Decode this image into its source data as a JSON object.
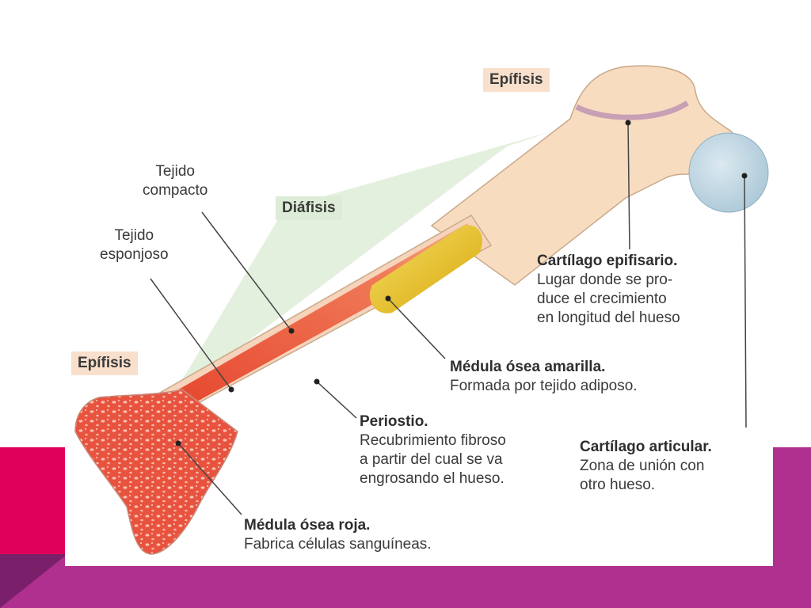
{
  "colors": {
    "magenta": "#e0005a",
    "purple": "#b0308f",
    "dark_purple": "#7a1f6a",
    "bone": "#f8dcc0",
    "marrow_red": "#e8533f",
    "marrow_yellow": "#e8c43a",
    "cartilage": "#b9d3e0",
    "tag_bg": "#f9e0cc",
    "diafisis_bg": "#ddecd6"
  },
  "labels": {
    "epifisis_top": "Epífisis",
    "epifisis_left": "Epífisis",
    "diafisis": "Diáfisis",
    "tejido_compacto": [
      "Tejido",
      "compacto"
    ],
    "tejido_esponjoso": [
      "Tejido",
      "esponjoso"
    ],
    "cartilago_epifisario": {
      "title": "Cartílago epifisario.",
      "lines": [
        "Lugar donde se pro-",
        "duce el crecimiento",
        "en longitud del hueso"
      ]
    },
    "medula_amarilla": {
      "title": "Médula ósea amarilla.",
      "lines": [
        "Formada por tejido adiposo."
      ]
    },
    "periostio": {
      "title": "Periostio.",
      "lines": [
        "Recubrimiento fibroso",
        "a partir del cual se va",
        "engrosando el hueso."
      ]
    },
    "cartilago_articular": {
      "title": "Cartílago articular.",
      "lines": [
        "Zona de unión con",
        "otro hueso."
      ]
    },
    "medula_roja": {
      "title": "Médula ósea roja.",
      "lines": [
        "Fabrica células sanguíneas."
      ]
    }
  }
}
